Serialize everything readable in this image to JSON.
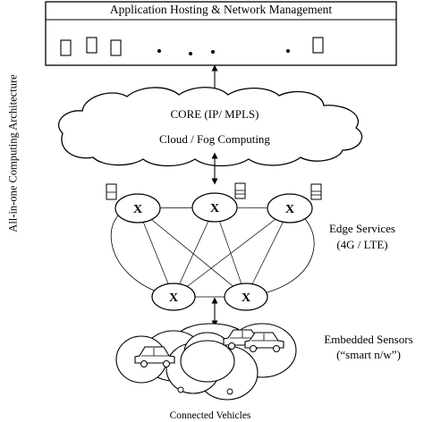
{
  "labels": {
    "top_box": "Application Hosting & Network Management",
    "core": "CORE (IP/ MPLS)",
    "cloud_fog": "Cloud / Fog Computing",
    "edge_services_line1": "Edge Services",
    "edge_services_line2": "(4G / LTE)",
    "embedded_line1": "Embedded Sensors",
    "embedded_line2": "(“smart n/w”)",
    "connected_vehicles": "Connected Vehicles",
    "vertical_title": "All-in-one Computing Architecture",
    "node_mark": "X"
  }
}
